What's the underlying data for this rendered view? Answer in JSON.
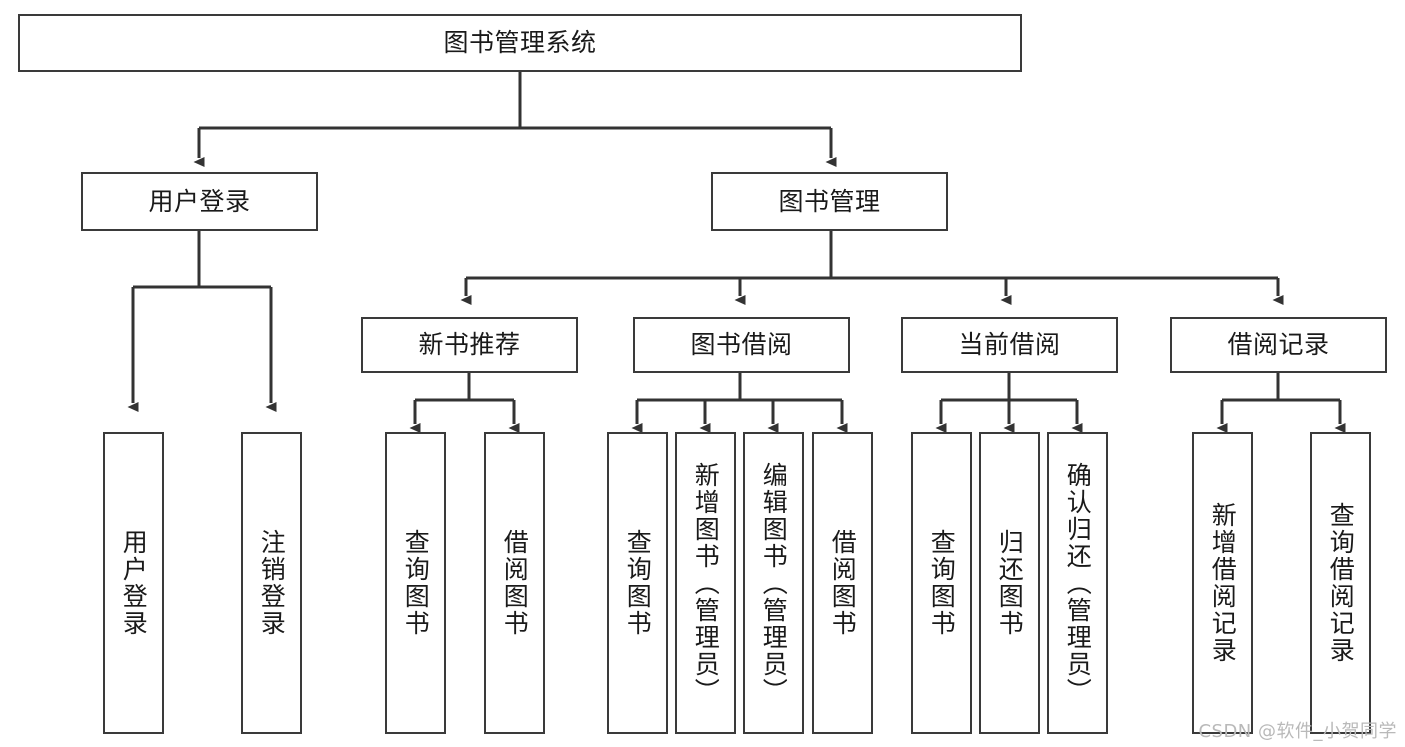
{
  "diagram": {
    "title": "图书管理系统",
    "type": "tree-hierarchy-chart",
    "watermark": "CSDN @软件_小贺同学",
    "colors": {
      "background": "#ffffff",
      "node_border": "#3a3a3a",
      "node_fill": "#ffffff",
      "edge": "#333333",
      "text": "#1a1a1a",
      "watermark": "#b9b9b9"
    },
    "nodes": {
      "root": {
        "label": "图书管理系统"
      },
      "level2": [
        {
          "label": "用户登录"
        },
        {
          "label": "图书管理"
        }
      ],
      "level3": [
        {
          "label": "新书推荐"
        },
        {
          "label": "图书借阅"
        },
        {
          "label": "当前借阅"
        },
        {
          "label": "借阅记录"
        }
      ],
      "leaves": {
        "user_login": [
          {
            "label": "用户登录"
          },
          {
            "label": "注销登录"
          }
        ],
        "new_book_recommend": [
          {
            "label": "查询图书"
          },
          {
            "label": "借阅图书"
          }
        ],
        "book_borrow": [
          {
            "label": "查询图书"
          },
          {
            "label": "新增图书（管理员）"
          },
          {
            "label": "编辑图书（管理员）"
          },
          {
            "label": "借阅图书"
          }
        ],
        "current_borrow": [
          {
            "label": "查询图书"
          },
          {
            "label": "归还图书"
          },
          {
            "label": "确认归还（管理员）"
          }
        ],
        "borrow_records": [
          {
            "label": "新增借阅记录"
          },
          {
            "label": "查询借阅记录"
          }
        ]
      }
    }
  }
}
